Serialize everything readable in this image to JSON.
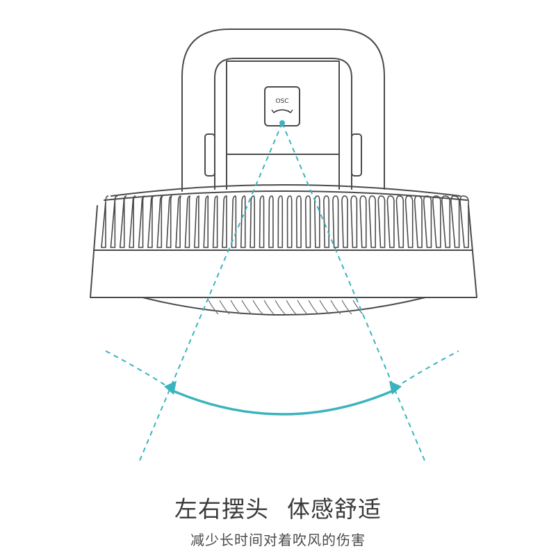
{
  "colors": {
    "line": "#4a4a4a",
    "accent": "#3bb3be",
    "background": "#ffffff"
  },
  "button": {
    "label": "OSC",
    "icon": "oscillate-arrows-icon"
  },
  "caption": {
    "title_left": "左右摆头",
    "title_right": "体感舒适",
    "subtitle": "减少长时间对着吹风的伤害"
  }
}
